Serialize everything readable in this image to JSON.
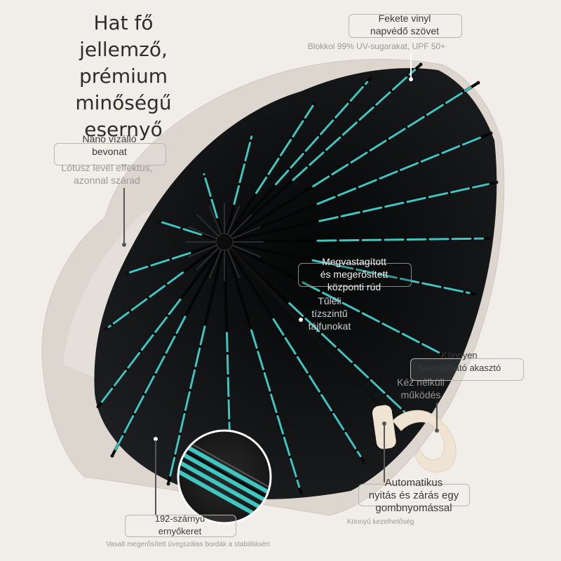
{
  "title_lines": [
    "Hat fő",
    "jellemző,",
    "prémium",
    "minőségű",
    "esernyő"
  ],
  "features": {
    "vinyl": {
      "title_lines": [
        "Fekete vinyl",
        "napvédő szövet"
      ],
      "subtitle": "Blokkol 99% UV-sugarakat, UPF 50+"
    },
    "nano": {
      "title_lines": [
        "Nano vízálló",
        "bevonat"
      ],
      "subtitle_lines": [
        "Lótusz levél effektus,",
        "azonnal szárad"
      ]
    },
    "rod": {
      "title_lines": [
        "Megvastagított",
        "és megerősített",
        "központi rúd"
      ],
      "subtitle_lines": [
        "Tűléli",
        "tízszintű",
        "tájfunokat"
      ]
    },
    "hook": {
      "title_lines": [
        "Könnyen",
        "használható akasztó"
      ],
      "subtitle_lines": [
        "Kéz nélküli",
        "működés"
      ]
    },
    "auto": {
      "title_lines": [
        "Automatikus",
        "nyitás és zárás egy",
        "gombnyomással"
      ],
      "subtitle": "Könnyű kezelhetőség"
    },
    "frame": {
      "title_lines": [
        "192-szárnyú",
        "ernyőkeret"
      ],
      "subtitle": "Vasalt megerősített üvegszálas bordák a stabilitásért"
    }
  },
  "colors": {
    "canopy": "#16181a",
    "outer": "#dcd6cf",
    "rib_accent": "#3fc6c0",
    "handle": "#efe3d2",
    "background": "#f1ede8"
  }
}
